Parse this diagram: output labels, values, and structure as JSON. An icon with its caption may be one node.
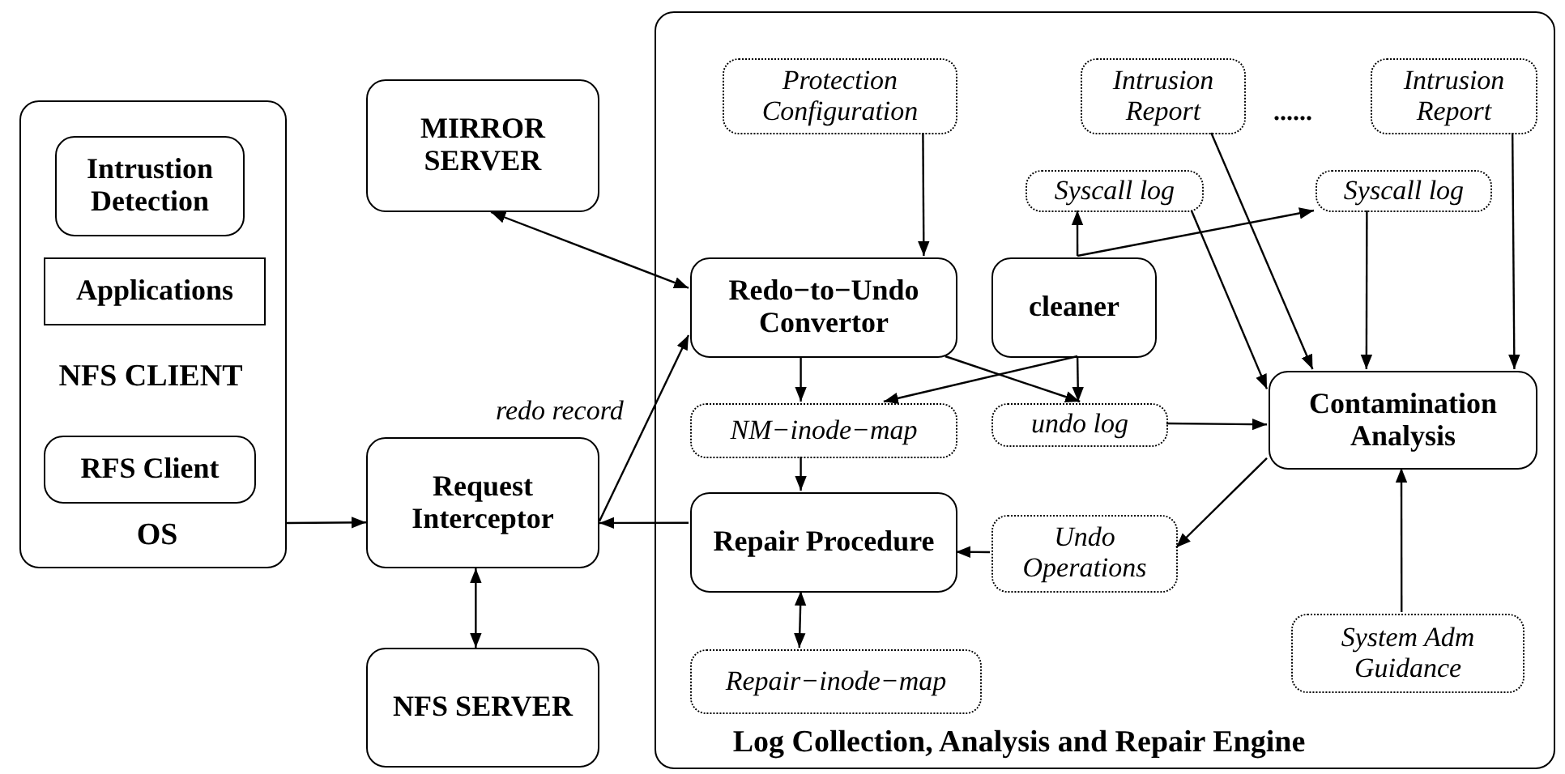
{
  "diagram": {
    "nodes": [
      {
        "text": [
          "NFS CLIENT",
          "OS"
        ]
      },
      {
        "text": [
          "Intrustion Detection"
        ],
        "in": 0
      },
      {
        "text": [
          "Applications"
        ],
        "in": 0
      },
      {
        "text": [
          "RFS Client"
        ],
        "in": 0
      },
      {
        "text": [
          "MIRROR SERVER"
        ]
      },
      {
        "text": [
          "Request Interceptor"
        ]
      },
      {
        "text": [
          "NFS SERVER"
        ]
      },
      {
        "text": [
          "Log Collection, Analysis and Repair Engine"
        ]
      },
      {
        "text": [
          "Protection Configuration"
        ],
        "in": 7
      },
      {
        "text": [
          "Intrusion Report"
        ],
        "in": 7
      },
      {
        "text": [
          "Intrusion Report"
        ],
        "in": 7
      },
      {
        "text": [
          "Syscall log"
        ],
        "in": 7
      },
      {
        "text": [
          "Syscall log"
        ],
        "in": 7
      },
      {
        "text": [
          "Redo−to−Undo Convertor"
        ],
        "in": 7
      },
      {
        "text": [
          "cleaner"
        ],
        "in": 7
      },
      {
        "text": [
          "NM−inode−map"
        ],
        "in": 7
      },
      {
        "text": [
          "undo log"
        ],
        "in": 7
      },
      {
        "text": [
          "Contamination Analysis"
        ],
        "in": 7
      },
      {
        "text": [
          "Repair Procedure"
        ],
        "in": 7
      },
      {
        "text": [
          "Undo Operations"
        ],
        "in": 7
      },
      {
        "text": [
          "Repair−inode−map"
        ],
        "in": 7
      },
      {
        "text": [
          "System Adm Guidance"
        ],
        "in": 7
      }
    ],
    "edges": [
      {
        "from": 4,
        "to": 13,
        "arrow": "both"
      },
      {
        "from": 0,
        "to": 5,
        "arrow": "to"
      },
      {
        "from": 5,
        "to": 6,
        "arrow": "both"
      },
      {
        "from": 5,
        "to": 13,
        "arrow": "to",
        "label": "redo record"
      },
      {
        "from": 18,
        "to": 5,
        "arrow": "to"
      },
      {
        "from": 8,
        "to": 13,
        "arrow": "to"
      },
      {
        "from": 13,
        "to": 15,
        "arrow": "to"
      },
      {
        "from": 13,
        "to": 16,
        "arrow": "to"
      },
      {
        "from": 14,
        "to": 15,
        "arrow": "to"
      },
      {
        "from": 14,
        "to": 16,
        "arrow": "to"
      },
      {
        "from": 14,
        "to": 11,
        "arrow": "to"
      },
      {
        "from": 14,
        "to": 12,
        "arrow": "to"
      },
      {
        "from": 15,
        "to": 18,
        "arrow": "to"
      },
      {
        "from": 18,
        "to": 20,
        "arrow": "both"
      },
      {
        "from": 19,
        "to": 18,
        "arrow": "to"
      },
      {
        "from": 17,
        "to": 19,
        "arrow": "to"
      },
      {
        "from": 16,
        "to": 17,
        "arrow": "to"
      },
      {
        "from": 11,
        "to": 17,
        "arrow": "to"
      },
      {
        "from": 9,
        "to": 17,
        "arrow": "to"
      },
      {
        "from": 12,
        "to": 17,
        "arrow": "to"
      },
      {
        "from": 10,
        "to": 17,
        "arrow": "to"
      },
      {
        "from": 21,
        "to": 17,
        "arrow": "to"
      }
    ],
    "labels": [
      "......"
    ]
  }
}
